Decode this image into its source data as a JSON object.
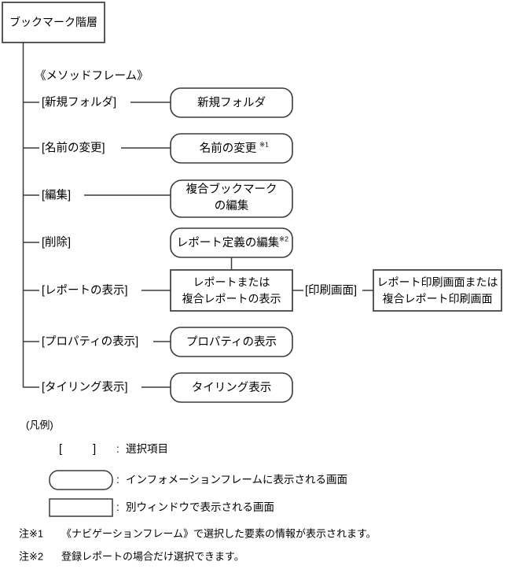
{
  "diagram": {
    "title": "ブックマーク階層",
    "frame_label": "《メソッドフレーム》",
    "root": {
      "label": "ブックマーク階層",
      "shape": "window"
    },
    "rows": [
      {
        "menu_label": "[新規フォルダ]",
        "node_label": "新規フォルダ",
        "node_label_line2": "",
        "superscript": "",
        "shape": "rounded",
        "has_connector": true
      },
      {
        "menu_label": "[名前の変更]",
        "node_label": "名前の変更",
        "node_label_line2": "",
        "superscript": "※1",
        "shape": "rounded",
        "has_connector": true
      },
      {
        "menu_label": "[編集]",
        "node_label": "複合ブックマーク",
        "node_label_line2": "の編集",
        "superscript": "",
        "shape": "rounded",
        "has_connector": true
      },
      {
        "menu_label": "[削除]",
        "node_label": "レポート定義の編集",
        "node_label_line2": "",
        "superscript": "※2",
        "shape": "rounded",
        "has_connector": false
      },
      {
        "menu_label": "[レポートの表示]",
        "node_label": "レポートまたは",
        "node_label_line2": "複合レポートの表示",
        "superscript": "",
        "shape": "window",
        "has_connector": true
      },
      {
        "menu_label": "[プロパティの表示]",
        "node_label": "プロパティの表示",
        "node_label_line2": "",
        "superscript": "",
        "shape": "rounded",
        "has_connector": true
      },
      {
        "menu_label": "[タイリング表示]",
        "node_label": "タイリング表示",
        "node_label_line2": "",
        "superscript": "",
        "shape": "rounded",
        "has_connector": true
      }
    ],
    "print_branch": {
      "menu_label": "[印刷画面]",
      "node_label": "レポート印刷画面または",
      "node_label_line2": "複合レポート印刷画面",
      "shape": "window"
    }
  },
  "legend": {
    "heading": "(凡例)",
    "items": [
      {
        "symbol": "bracket",
        "bracket_open": "[",
        "bracket_close": "]",
        "separator": ":",
        "description": "選択項目"
      },
      {
        "symbol": "rounded-rect",
        "separator": ":",
        "description": "インフォメーションフレームに表示される画面"
      },
      {
        "symbol": "rect",
        "separator": ":",
        "description": "別ウィンドウで表示される画面"
      }
    ]
  },
  "notes": [
    {
      "marker": "注※1",
      "text": "《ナビゲーションフレーム》で選択した要素の情報が表示されます。"
    },
    {
      "marker": "注※2",
      "text": "登録レポートの場合だけ選択できます。"
    }
  ],
  "colors": {
    "stroke": "#3a3a3a",
    "text": "#000000",
    "background": "#ffffff"
  }
}
